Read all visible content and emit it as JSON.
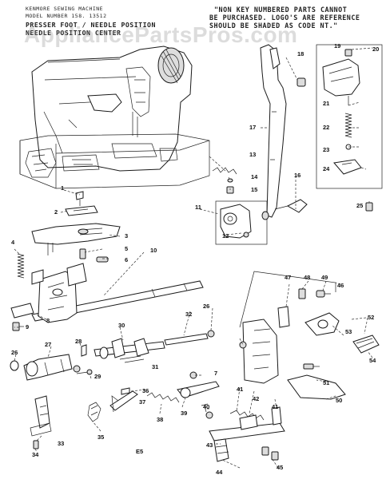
{
  "header": {
    "line1": "KENMORE SEWING MACHINE",
    "line2": "MODEL NUMBER 158. 13512",
    "line3": "PRESSER FOOT / NEEDLE POSITION",
    "line4": "NEEDLE POSITION CENTER",
    "note_line1": "\"NON KEY NUMBERED PARTS CANNOT",
    "note_line2": "BE PURCHASED. LOGO'S ARE REFERENCE",
    "note_line3": "SHOULD BE SHADED AS CODE NT.\""
  },
  "watermark": "AppliancePartsPros.com",
  "page_mark": "E5",
  "part_numbers": [
    "1",
    "2",
    "3",
    "4",
    "5",
    "6",
    "7",
    "8",
    "9",
    "10",
    "11",
    "12",
    "13",
    "14",
    "15",
    "16",
    "17",
    "18",
    "19",
    "20",
    "21",
    "22",
    "23",
    "24",
    "25",
    "26",
    "26",
    "27",
    "28",
    "29",
    "30",
    "31",
    "32",
    "33",
    "34",
    "35",
    "36",
    "37",
    "38",
    "39",
    "40",
    "41",
    "41",
    "42",
    "43",
    "44",
    "45",
    "46",
    "47",
    "48",
    "49",
    "50",
    "51",
    "52",
    "53",
    "54"
  ]
}
